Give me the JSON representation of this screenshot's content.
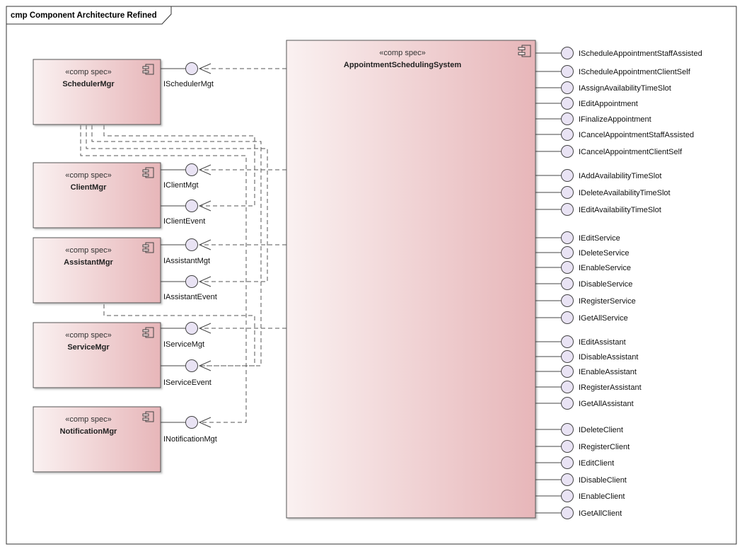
{
  "frame": {
    "title": "cmp Component Architecture Refined"
  },
  "stereotype": "«comp spec»",
  "components": [
    {
      "name": "SchedulerMgr",
      "interfaces": [
        "ISchedulerMgt"
      ]
    },
    {
      "name": "ClientMgr",
      "interfaces": [
        "IClientMgt",
        "IClientEvent"
      ]
    },
    {
      "name": "AssistantMgr",
      "interfaces": [
        "IAssistantMgt",
        "IAssistantEvent"
      ]
    },
    {
      "name": "ServiceMgr",
      "interfaces": [
        "IServiceMgt",
        "IServiceEvent"
      ]
    },
    {
      "name": "NotificationMgr",
      "interfaces": [
        "INotificationMgt"
      ]
    }
  ],
  "system": {
    "name": "AppointmentSchedulingSystem",
    "interfaces": [
      "IScheduleAppointmentStaffAssisted",
      "IScheduleAppointmentClientSelf",
      "IAssignAvailabilityTimeSlot",
      "IEditAppointment",
      "IFinalizeAppointment",
      "ICancelAppointmentStaffAssisted",
      "ICancelAppointmentClientSelf",
      "IAddAvailabilityTimeSlot",
      "IDeleteAvailabilityTimeSlot",
      "IEditAvailabilityTimeSlot",
      "IEditService",
      "IDeleteService",
      "IEnableService",
      "IDisableService",
      "IRegisterService",
      "IGetAllService",
      "IEditAssistant",
      "IDisableAssistant",
      "IEnableAssistant",
      "IRegisterAssistant",
      "IGetAllAssistant",
      "IDeleteClient",
      "IRegisterClient",
      "IEditClient",
      "IDisableClient",
      "IEnableClient",
      "IGetAllClient"
    ]
  },
  "colors": {
    "component_fill_start": "#faf1f1",
    "component_fill_end": "#e7b6b9",
    "border": "#555555",
    "lollipop": "#e9e3f4"
  }
}
